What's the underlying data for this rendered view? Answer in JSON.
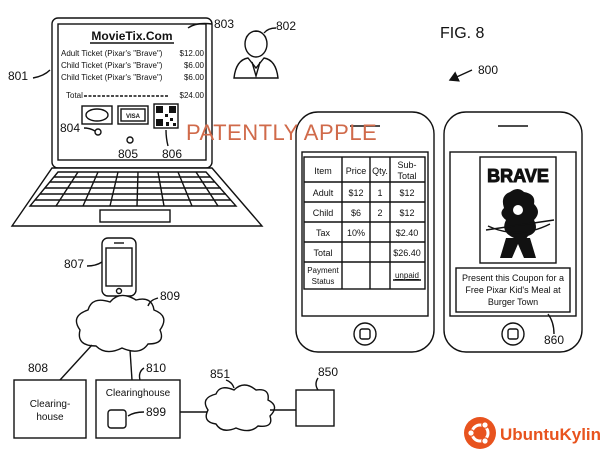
{
  "figure": {
    "label": "FIG. 8"
  },
  "refs": {
    "r800": "800",
    "r801": "801",
    "r802": "802",
    "r803": "803",
    "r804": "804",
    "r805": "805",
    "r806": "806",
    "r807": "807",
    "r808": "808",
    "r809": "809",
    "r810": "810",
    "r850": "850",
    "r851": "851",
    "r860": "860",
    "r899": "899"
  },
  "laptop": {
    "site_title": "MovieTix.Com",
    "lines": [
      {
        "text": "Adult Ticket (Pixar's \"Brave\")",
        "price": "$12.00"
      },
      {
        "text": "Child Ticket (Pixar's \"Brave\")",
        "price": "$6.00"
      },
      {
        "text": "Child Ticket (Pixar's \"Brave\")",
        "price": "$6.00"
      }
    ],
    "total_label": "Total",
    "total_value": "$24.00",
    "card_visa": "VISA"
  },
  "phone_table": {
    "headers": [
      "Item",
      "Price",
      "Qty.",
      "Sub-",
      "Total"
    ],
    "rows": [
      {
        "item": "Adult",
        "price": "$12",
        "qty": "1",
        "sub": "$12"
      },
      {
        "item": "Child",
        "price": "$6",
        "qty": "2",
        "sub": "$12"
      },
      {
        "item": "Tax",
        "price": "10%",
        "qty": "",
        "sub": "$2.40"
      },
      {
        "item": "Total",
        "price": "",
        "qty": "",
        "sub": "$26.40"
      }
    ],
    "payment_label_1": "Payment",
    "payment_label_2": "Status",
    "payment_value": "unpaid"
  },
  "phone_coupon": {
    "movie_logo": "BRAVE",
    "line1": "Present this Coupon for a",
    "line2": "Free Pixar Kid's Meal at",
    "line3": "Burger Town"
  },
  "boxes": {
    "clearing1_line1": "Clearing-",
    "clearing1_line2": "house",
    "clearing2": "Clearinghouse"
  },
  "watermark": "PATENTLY APPLE",
  "brand": {
    "name": "UbuntuKylin",
    "color": "#e8531e"
  }
}
